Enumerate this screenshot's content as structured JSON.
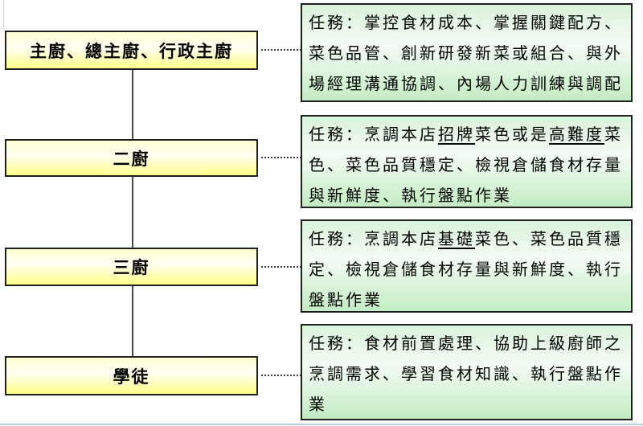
{
  "diagram": {
    "nodes": [
      {
        "label": "主廚、總主廚、行政主廚"
      },
      {
        "label": "二廚"
      },
      {
        "label": "三廚"
      },
      {
        "label": "學徒"
      }
    ],
    "tasks": [
      {
        "segments": [
          {
            "text": "任務：掌控食材成本、掌握關鍵配方、菜色品管、創新研發新菜或組合、與外場經理溝通協調、內場人力訓練與調配",
            "underline": false
          }
        ]
      },
      {
        "segments": [
          {
            "text": "任務：烹調本店",
            "underline": false
          },
          {
            "text": "招牌",
            "underline": true
          },
          {
            "text": "菜色或是",
            "underline": false
          },
          {
            "text": "高難度",
            "underline": true
          },
          {
            "text": "菜色、菜色品質穩定、檢視倉儲食材存量與新鮮度、執行盤點作業",
            "underline": false
          }
        ]
      },
      {
        "segments": [
          {
            "text": "任務：烹調本店",
            "underline": false
          },
          {
            "text": "基礎",
            "underline": true
          },
          {
            "text": "菜色、菜色品質穩定、檢視倉儲食材存量與新鮮度、執行盤點作業",
            "underline": false
          }
        ]
      },
      {
        "segments": [
          {
            "text": "任務：食材前置處理、協助上級廚師之烹調需求、學習食材知識、執行盤點作業",
            "underline": false
          }
        ]
      }
    ]
  },
  "colors": {
    "node_fill_top": "#ffffd0",
    "node_fill_mid": "#fffef2",
    "node_fill_bottom": "#ffff8a",
    "task_fill_top": "#daf2da",
    "task_fill_mid": "#f4fcf4",
    "task_fill_bottom": "#c3ecc3",
    "box_border": "#1f1f1f",
    "connector_line": "#4a4a4a",
    "dotted_connector": "#3a3a3a",
    "bottom_rule": "#b9cfe8"
  }
}
